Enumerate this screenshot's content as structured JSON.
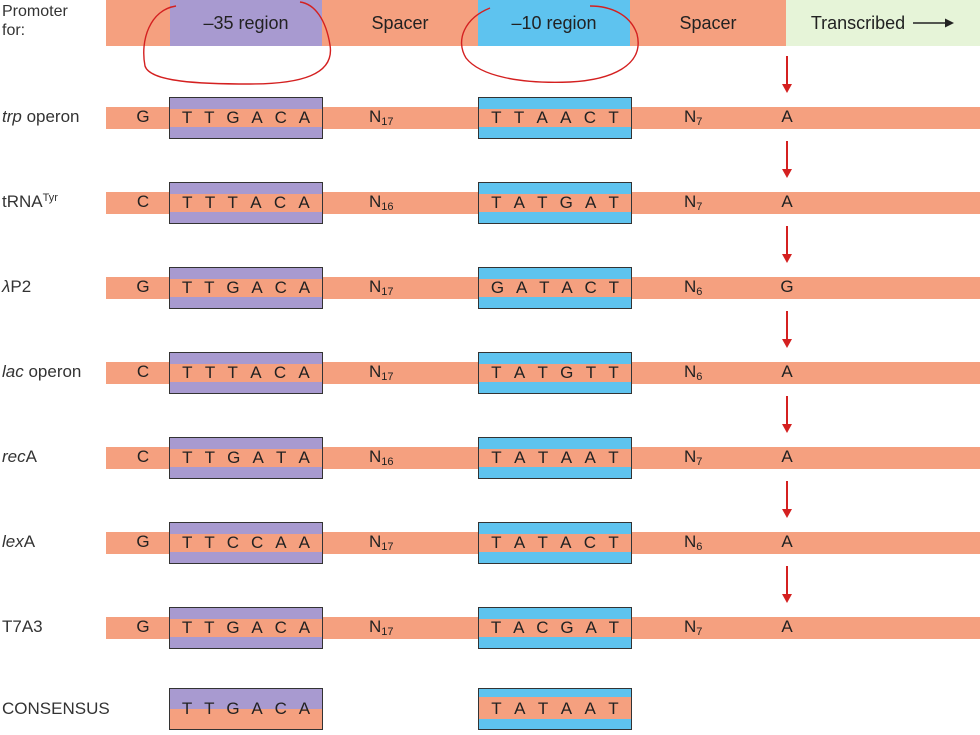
{
  "header": {
    "promoter_label": "Promoter\nfor:",
    "minus35": "–35 region",
    "spacer1": "Spacer",
    "minus10": "–10 region",
    "spacer2": "Spacer",
    "transcribed": "Transcribed"
  },
  "rows": [
    {
      "label_italic": "trp",
      "label_rest": " operon",
      "sup": "",
      "flank": "G",
      "minus35": "TTGACA",
      "spacer1": "N",
      "spacer1_sub": "17",
      "minus10": "TTAACT",
      "spacer2": "N",
      "spacer2_sub": "7",
      "start": "A"
    },
    {
      "label_italic": "",
      "label_rest": "tRNA",
      "sup": "Tyr",
      "flank": "C",
      "minus35": "TTTACA",
      "spacer1": "N",
      "spacer1_sub": "16",
      "minus10": "TATGAT",
      "spacer2": "N",
      "spacer2_sub": "7",
      "start": "A"
    },
    {
      "label_italic": "λ",
      "label_rest": "P2",
      "sup": "",
      "flank": "G",
      "minus35": "TTGACA",
      "spacer1": "N",
      "spacer1_sub": "17",
      "minus10": "GATACT",
      "spacer2": "N",
      "spacer2_sub": "6",
      "start": "G"
    },
    {
      "label_italic": "lac",
      "label_rest": " operon",
      "sup": "",
      "flank": "C",
      "minus35": "TTTACA",
      "spacer1": "N",
      "spacer1_sub": "17",
      "minus10": "TATGTT",
      "spacer2": "N",
      "spacer2_sub": "6",
      "start": "A"
    },
    {
      "label_italic": "rec",
      "label_rest": "A",
      "sup": "",
      "flank": "C",
      "minus35": "TTGATA",
      "spacer1": "N",
      "spacer1_sub": "16",
      "minus10": "TATAAT",
      "spacer2": "N",
      "spacer2_sub": "7",
      "start": "A"
    },
    {
      "label_italic": "lex",
      "label_rest": "A",
      "sup": "",
      "flank": "G",
      "minus35": "TTCCAA",
      "spacer1": "N",
      "spacer1_sub": "17",
      "minus10": "TATACT",
      "spacer2": "N",
      "spacer2_sub": "6",
      "start": "A"
    },
    {
      "label_italic": "",
      "label_rest": "T7A3",
      "sup": "",
      "flank": "G",
      "minus35": "TTGACA",
      "spacer1": "N",
      "spacer1_sub": "17",
      "minus10": "TACGAT",
      "spacer2": "N",
      "spacer2_sub": "7",
      "start": "A"
    }
  ],
  "consensus": {
    "label": "CONSENSUS",
    "minus35": "TTGACA",
    "minus10": "TATAAT"
  },
  "colors": {
    "spacer_strip": "#f5a07f",
    "minus35_box": "#a89ad0",
    "minus10_box": "#5ec3ef",
    "transcribed_bg": "#e6f4d8",
    "start_arrow": "#d42020",
    "annotation_circle": "#d42020"
  }
}
